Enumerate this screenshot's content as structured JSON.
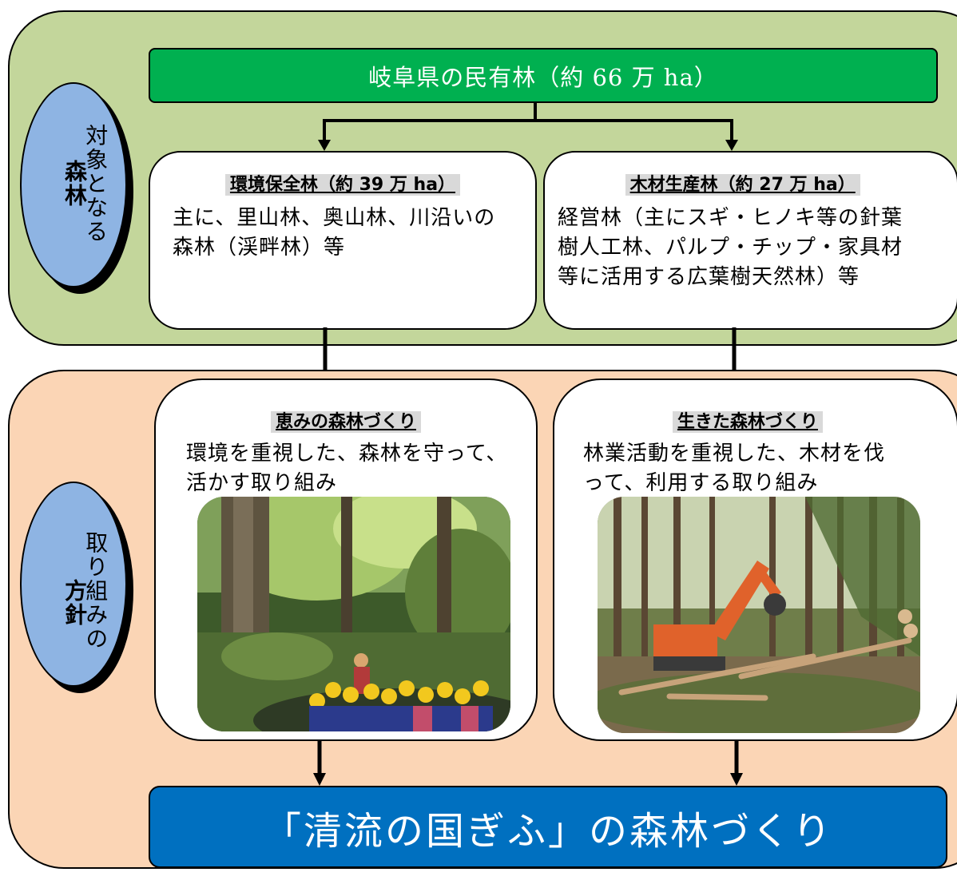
{
  "top_section": {
    "header": "岐阜県の民有林（約 66 万 ha）",
    "side_label": {
      "light": "対象となる",
      "bold": "森林"
    },
    "left_card": {
      "title": "環境保全林（約 39 万 ha）",
      "body_line1": "主に、里山林、奥山林、川沿いの",
      "body_line2": "森林（渓畔林）等"
    },
    "right_card": {
      "title": "木材生産林（約 27 万 ha）",
      "body_line1": "経営林（主にスギ・ヒノキ等の針葉",
      "body_line2": "樹人工林、パルプ・チップ・家具材",
      "body_line3": "等に活用する広葉樹天然林）等"
    }
  },
  "bottom_section": {
    "side_label": {
      "light": "取り組みの",
      "bold": "方針"
    },
    "left_card": {
      "title": "恵みの森林づくり",
      "body_line1": "環境を重視した、森林を守って、",
      "body_line2": "活かす取り組み",
      "photo": "forest-education-photo"
    },
    "right_card": {
      "title": "生きた森林づくり",
      "body_line1": "林業活動を重視した、木材を伐",
      "body_line2": "って、利用する取り組み",
      "photo": "forestry-machine-photo"
    },
    "footer": "「清流の国ぎふ」の森林づくり"
  },
  "colors": {
    "top_panel": "#c3d69b",
    "bottom_panel": "#fbd5b5",
    "header_green": "#00b050",
    "footer_blue": "#0070c0",
    "oval_blue": "#8eb4e3"
  }
}
